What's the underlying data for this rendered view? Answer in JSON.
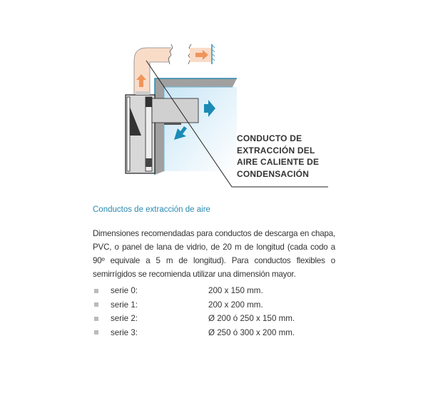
{
  "diagram": {
    "callout_lines": [
      "CONDUCTO DE",
      "EXTRACCIÓN DEL",
      "AIRE CALIENTE DE",
      "CONDENSACIÓN"
    ],
    "colors": {
      "duct": "#f9dcc8",
      "orange_arrow": "#f0955a",
      "blue_arrow": "#1b8bb5",
      "wall": "#9a9a9a",
      "air": "#d6ecf8"
    }
  },
  "section": {
    "title": "Conductos de extracción de aire",
    "paragraph": "Dimensiones recomendadas para conductos de descarga en chapa, PVC, o panel de lana de vidrio, de 20 m de longitud (cada codo a 90º equivale a 5 m de longitud). Para conductos flexibles o semirrígidos se recomienda utilizar una dimensión mayor.",
    "items": [
      {
        "label": "serie 0:",
        "value": "200 x 150 mm."
      },
      {
        "label": "serie 1:",
        "value": "200 x 200 mm."
      },
      {
        "label": "serie 2:",
        "value": "Ø 200 ó 250 x 150 mm."
      },
      {
        "label": "serie 3:",
        "value": "Ø 250 ó 300 x 200 mm."
      }
    ]
  }
}
